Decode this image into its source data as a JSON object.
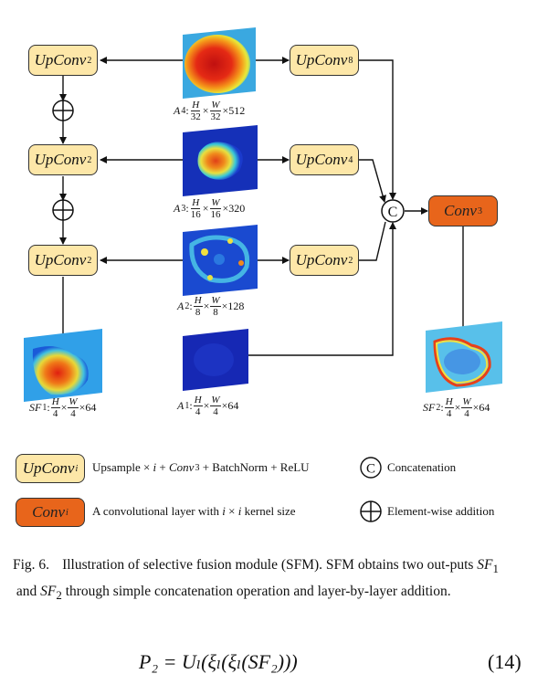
{
  "diagram": {
    "left_blocks": [
      {
        "base": "UpConv",
        "sub": "2"
      },
      {
        "base": "UpConv",
        "sub": "2"
      },
      {
        "base": "UpConv",
        "sub": "2"
      }
    ],
    "right_blocks": [
      {
        "base": "UpConv",
        "sub": "8"
      },
      {
        "base": "UpConv",
        "sub": "4"
      },
      {
        "base": "UpConv",
        "sub": "2"
      }
    ],
    "conv_block": {
      "base": "Conv",
      "sub": "3"
    },
    "concat_symbol": "C",
    "features": [
      {
        "name": "A",
        "sub": "4",
        "num1": "H",
        "den1": "32",
        "num2": "W",
        "den2": "32",
        "channels": "512"
      },
      {
        "name": "A",
        "sub": "3",
        "num1": "H",
        "den1": "16",
        "num2": "W",
        "den2": "16",
        "channels": "320"
      },
      {
        "name": "A",
        "sub": "2",
        "num1": "H",
        "den1": "8",
        "num2": "W",
        "den2": "8",
        "channels": "128"
      },
      {
        "name": "A",
        "sub": "1",
        "num1": "H",
        "den1": "4",
        "num2": "W",
        "den2": "4",
        "channels": "64"
      }
    ],
    "outputs": [
      {
        "name": "SF",
        "sub": "1",
        "num1": "H",
        "den1": "4",
        "num2": "W",
        "den2": "4",
        "channels": "64"
      },
      {
        "name": "SF",
        "sub": "2",
        "num1": "H",
        "den1": "4",
        "num2": "W",
        "den2": "4",
        "channels": "64"
      }
    ],
    "times": "×",
    "colon": ":"
  },
  "legend": {
    "upconv": {
      "base": "UpConv",
      "sub": "i",
      "desc_a": "Upsample × ",
      "desc_i": "i",
      "desc_b": " + ",
      "desc_conv": "Conv",
      "desc_conv_sub": "3",
      "desc_c": " + BatchNorm + ReLU"
    },
    "conv": {
      "base": "Conv",
      "sub": "i",
      "desc_a": "A convolutional layer with ",
      "desc_i1": "i",
      "desc_b": " × ",
      "desc_i2": "i",
      "desc_c": " kernel size"
    },
    "concat": {
      "symbol": "C",
      "label": "Concatenation"
    },
    "add": {
      "label": "Element-wise addition"
    }
  },
  "caption": {
    "label": "Fig. 6.",
    "t1": "Illustration of selective fusion module (SFM). SFM obtains two out-puts ",
    "sf1": "SF",
    "sf1_sub": "1",
    "t2": " and ",
    "sf2": "SF",
    "sf2_sub": "2",
    "t3": " through simple concatenation operation and layer-by-layer addition."
  },
  "equation_fragment": "P₂ = Uₗ(ξₗ(ξₗ(SF₂)))",
  "equation_number": "(14)"
}
